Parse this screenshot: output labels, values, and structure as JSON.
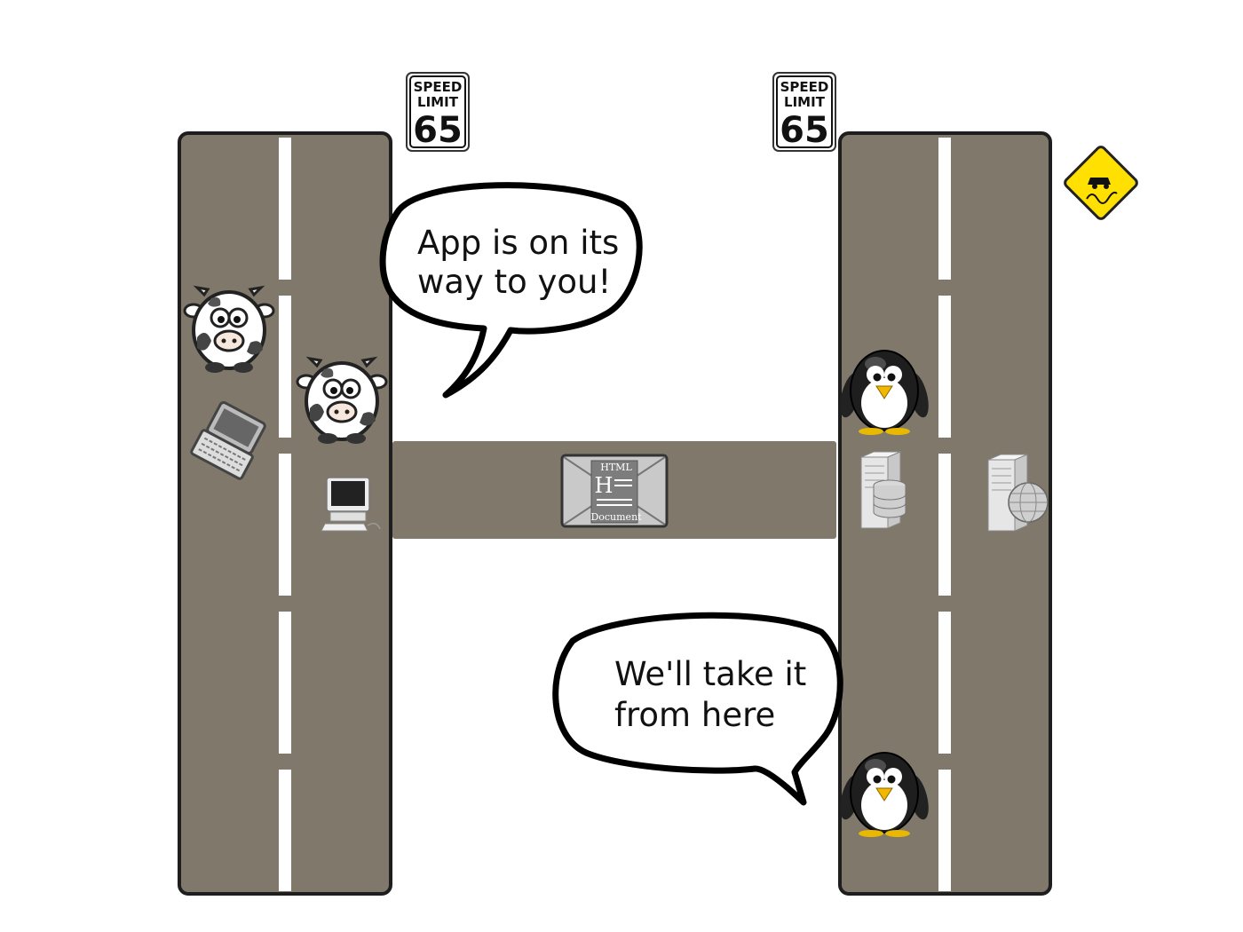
{
  "speed_limit_sign": {
    "line1": "SPEED",
    "line2": "LIMIT",
    "value": "65"
  },
  "bubbles": {
    "left": {
      "line1": "App is on its",
      "line2": "way to you!"
    },
    "right": {
      "line1": "We'll take it",
      "line2": "from here"
    }
  },
  "document_icon": {
    "title": "HTML",
    "caption": "Document",
    "letter": "H"
  },
  "icons": [
    "cow-icon",
    "laptop-icon",
    "desktop-computer-icon",
    "html-document-icon",
    "penguin-icon",
    "database-server-icon",
    "web-server-icon",
    "slippery-road-sign-icon",
    "speed-limit-sign-icon"
  ],
  "colors": {
    "road": "#80786a",
    "road_edge": "#1e1e1e",
    "lane_marking": "#ffffff",
    "sign_yellow": "#ffe000"
  }
}
